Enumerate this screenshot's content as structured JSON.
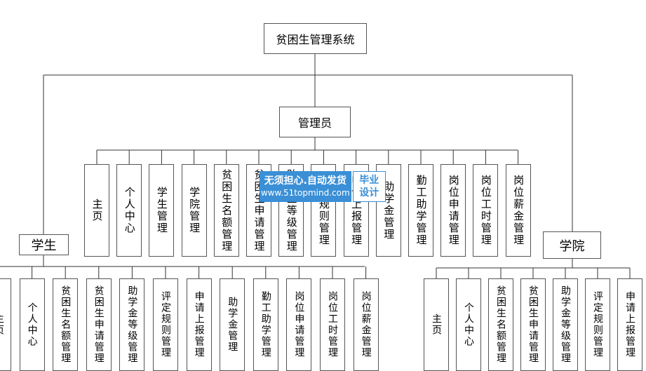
{
  "root": "贫困生管理系统",
  "admin": {
    "title": "管理员",
    "items": [
      "主页",
      "个人中心",
      "学生管理",
      "学院管理",
      "贫困生名额管理",
      "贫困生申请管理",
      "助学金等级管理",
      "评定规则管理",
      "申请上报管理",
      "助学金管理",
      "勤工助学管理",
      "岗位申请管理",
      "岗位工时管理",
      "岗位薪金管理"
    ]
  },
  "student": {
    "title": "学生",
    "items": [
      "主页",
      "个人中心",
      "贫困生名额管理",
      "贫困生申请管理",
      "助学金等级管理",
      "评定规则管理",
      "申请上报管理",
      "助学金管理",
      "勤工助学管理",
      "岗位申请管理",
      "岗位工时管理",
      "岗位薪金管理"
    ]
  },
  "college": {
    "title": "学院",
    "items": [
      "主页",
      "个人中心",
      "贫困生名额管理",
      "贫困生申请管理",
      "助学金等级管理",
      "评定规则管理",
      "申请上报管理"
    ]
  },
  "watermark": {
    "line1": "无须担心.自动发货",
    "line2": "www.51topmind.com",
    "tag1": "毕业",
    "tag2": "设计"
  },
  "colors": {
    "line": "#333333",
    "border": "#555555",
    "watermark": "#3a8fd6"
  }
}
